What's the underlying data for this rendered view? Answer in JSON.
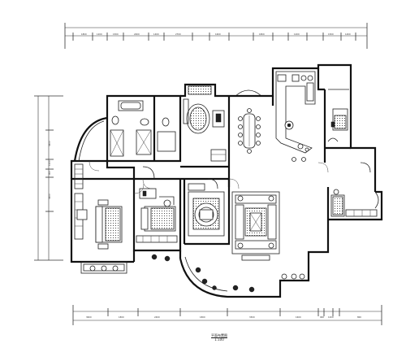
{
  "drawing": {
    "title": "平面布置图",
    "scale": "1:100"
  },
  "dimensions": {
    "top": [
      "1800",
      "1200",
      "1500",
      "2400",
      "1400",
      "2700",
      "1600",
      "1800",
      "1200",
      "1500",
      "1400"
    ],
    "bottom": [
      "3600",
      "1800",
      "2400",
      "1800",
      "3300",
      "1600",
      "900",
      "1200",
      "800"
    ],
    "left": [
      "3600",
      "1200",
      "900",
      "3600"
    ]
  }
}
